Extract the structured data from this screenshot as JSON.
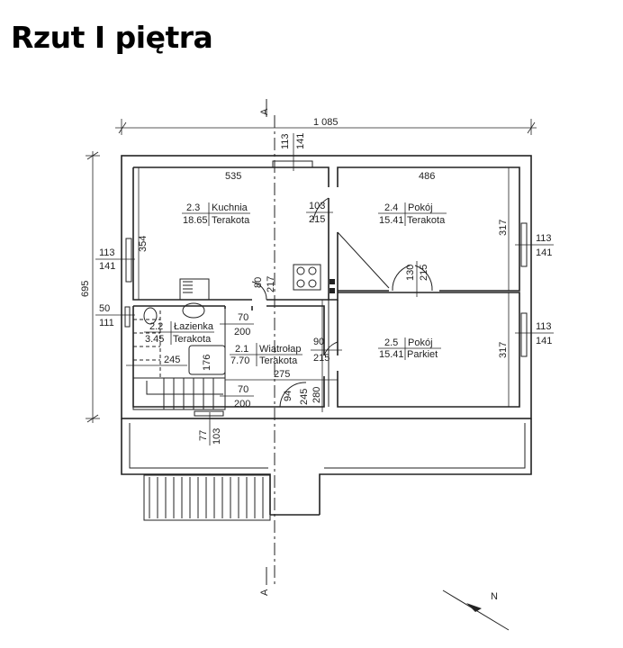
{
  "title": "Rzut I piętra",
  "section_marker": "A",
  "north_label": "N",
  "dimensions": {
    "total_width": "1 085",
    "total_depth": "695",
    "kitchen_width": "535",
    "room_width": "486",
    "kitchen_depth": "354",
    "room24_depth": "317",
    "room25_depth": "317",
    "top_window_a": "113",
    "top_window_b": "141",
    "left_window_a": "113",
    "left_window_b": "141",
    "right_window1_a": "113",
    "right_window1_b": "141",
    "right_window2_a": "113",
    "right_window2_b": "141",
    "bath_window_a": "50",
    "bath_window_b": "111",
    "kitchen_door_a": "103",
    "kitchen_door_b": "215",
    "double_door_a": "130",
    "double_door_b": "215",
    "hall_door_a": "80",
    "hall_door_b": "217",
    "bath_door_a": "70",
    "bath_door_b": "200",
    "stair_door_a": "70",
    "stair_door_b": "200",
    "room25_door_a": "90",
    "room25_door_b": "215",
    "bath_width": "245",
    "bathtub": "176",
    "hall_width": "275",
    "entry_a": "94",
    "entry_b": "245",
    "hall_depth": "280",
    "stair_window_a": "77",
    "stair_window_b": "103"
  },
  "rooms": [
    {
      "number": "2.3",
      "name": "Kuchnia",
      "area": "18.65",
      "floor": "Terakota"
    },
    {
      "number": "2.4",
      "name": "Pokój",
      "area": "15.41",
      "floor": "Terakota"
    },
    {
      "number": "2.5",
      "name": "Pokój",
      "area": "15.41",
      "floor": "Parkiet"
    },
    {
      "number": "2.2",
      "name": "Łazienka",
      "area": "3.45",
      "floor": "Terakota"
    },
    {
      "number": "2.1",
      "name": "Wiatrołap",
      "area": "7.70",
      "floor": "Terakota"
    }
  ]
}
